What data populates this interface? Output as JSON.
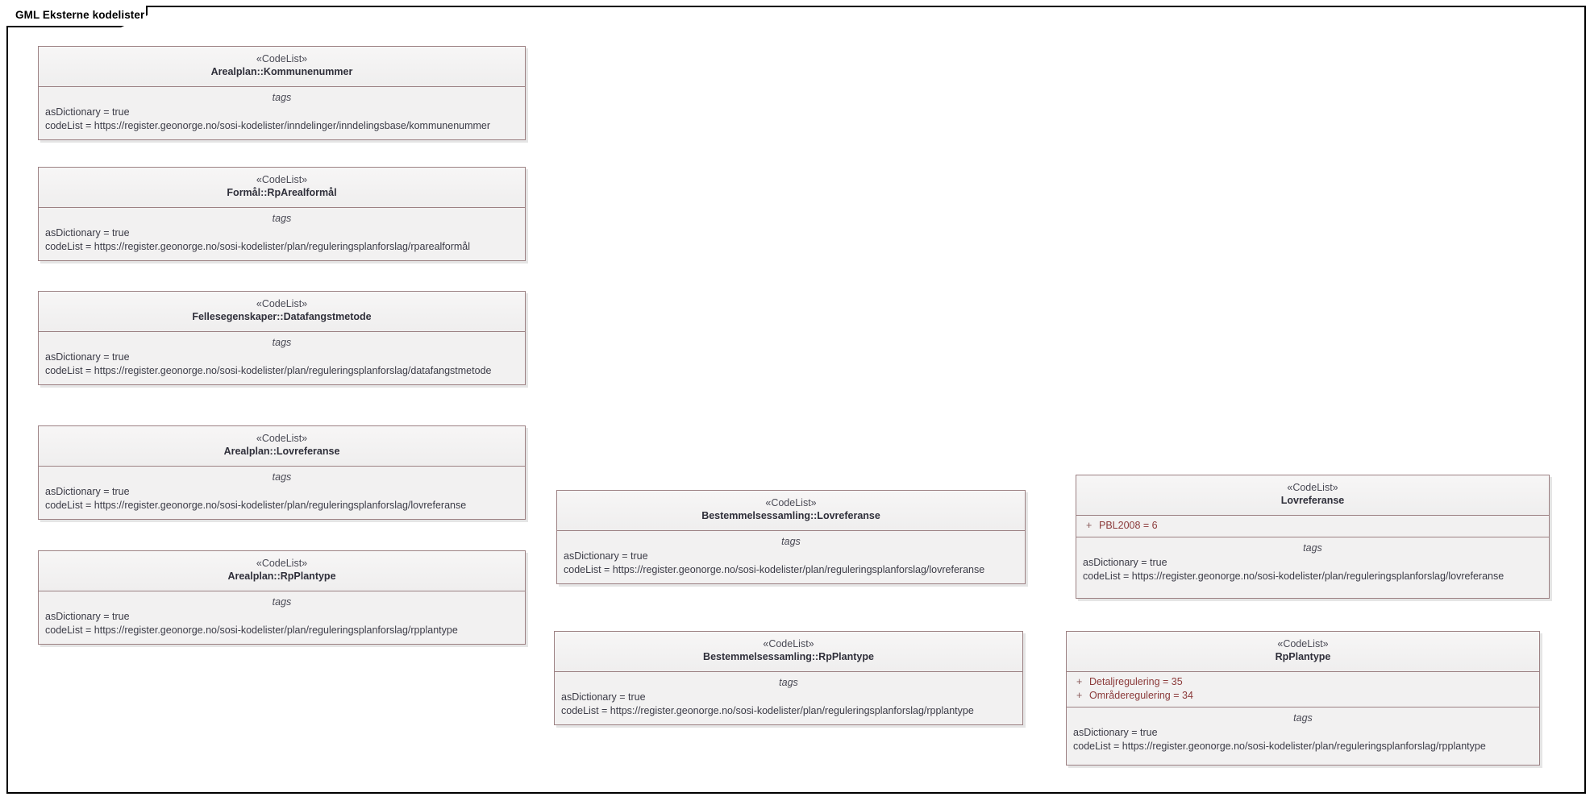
{
  "frame": {
    "title": "GML Eksterne kodelister",
    "border_color": "#000000"
  },
  "theme": {
    "class_border": "#9c8183",
    "class_fill": "#f2f1f1",
    "attribute_color": "#8b3a3a",
    "text_color": "#3b3b46"
  },
  "labels": {
    "tags_title": "tags",
    "stereotype": "«CodeList»",
    "visibility_public": "+"
  },
  "classes": [
    {
      "id": "arealplan-kommunenummer",
      "stereotype": "«CodeList»",
      "name": "Arealplan::Kommunenummer",
      "attributes": [],
      "tags_title": "tags",
      "tags": [
        "asDictionary = true",
        "codeList = https://register.geonorge.no/sosi-kodelister/inndelinger/inndelingsbase/kommunenummer"
      ]
    },
    {
      "id": "formal-rparealformal",
      "stereotype": "«CodeList»",
      "name": "Formål::RpArealformål",
      "attributes": [],
      "tags_title": "tags",
      "tags": [
        "asDictionary = true",
        "codeList = https://register.geonorge.no/sosi-kodelister/plan/reguleringsplanforslag/rparealformål"
      ]
    },
    {
      "id": "fellesegenskaper-datafangstmetode",
      "stereotype": "«CodeList»",
      "name": "Fellesegenskaper::Datafangstmetode",
      "attributes": [],
      "tags_title": "tags",
      "tags": [
        "asDictionary = true",
        "codeList = https://register.geonorge.no/sosi-kodelister/plan/reguleringsplanforslag/datafangstmetode"
      ]
    },
    {
      "id": "arealplan-lovreferanse",
      "stereotype": "«CodeList»",
      "name": "Arealplan::Lovreferanse",
      "attributes": [],
      "tags_title": "tags",
      "tags": [
        "asDictionary = true",
        "codeList = https://register.geonorge.no/sosi-kodelister/plan/reguleringsplanforslag/lovreferanse"
      ]
    },
    {
      "id": "arealplan-rpplantype",
      "stereotype": "«CodeList»",
      "name": "Arealplan::RpPlantype",
      "attributes": [],
      "tags_title": "tags",
      "tags": [
        "asDictionary = true",
        "codeList = https://register.geonorge.no/sosi-kodelister/plan/reguleringsplanforslag/rpplantype"
      ]
    },
    {
      "id": "bestemmelsessamling-lovreferanse",
      "stereotype": "«CodeList»",
      "name": "Bestemmelsessamling::Lovreferanse",
      "attributes": [],
      "tags_title": "tags",
      "tags": [
        "asDictionary = true",
        "codeList = https://register.geonorge.no/sosi-kodelister/plan/reguleringsplanforslag/lovreferanse"
      ]
    },
    {
      "id": "bestemmelsessamling-rpplantype",
      "stereotype": "«CodeList»",
      "name": "Bestemmelsessamling::RpPlantype",
      "attributes": [],
      "tags_title": "tags",
      "tags": [
        "asDictionary = true",
        "codeList = https://register.geonorge.no/sosi-kodelister/plan/reguleringsplanforslag/rpplantype"
      ]
    },
    {
      "id": "lovreferanse",
      "stereotype": "«CodeList»",
      "name": "Lovreferanse",
      "attributes": [
        {
          "visibility": "+",
          "text": "PBL2008 = 6"
        }
      ],
      "tags_title": "tags",
      "tags": [
        "asDictionary = true",
        "codeList = https://register.geonorge.no/sosi-kodelister/plan/reguleringsplanforslag/lovreferanse"
      ]
    },
    {
      "id": "rpplantype",
      "stereotype": "«CodeList»",
      "name": "RpPlantype",
      "attributes": [
        {
          "visibility": "+",
          "text": "Detaljregulering = 35"
        },
        {
          "visibility": "+",
          "text": "Områderegulering = 34"
        }
      ],
      "tags_title": "tags",
      "tags": [
        "asDictionary = true",
        "codeList = https://register.geonorge.no/sosi-kodelister/plan/reguleringsplanforslag/rpplantype"
      ]
    }
  ]
}
